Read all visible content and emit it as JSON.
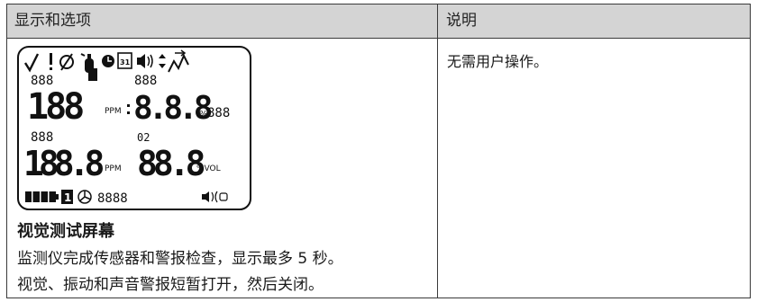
{
  "table": {
    "header_left": "显示和选项",
    "header_right": "说明"
  },
  "row": {
    "description": "无需用户操作。",
    "screen_title": "视觉测试屏幕",
    "screen_lines": [
      "监测仪完成传感器和警报检查，显示最多 5 秒。",
      "视觉、振动和声音警报短暂打开，然后关闭。"
    ]
  },
  "lcd": {
    "icons": [
      "check-icon",
      "exclamation-icon",
      "null-icon",
      "cylinder-icon",
      "clock-icon",
      "calendar-icon",
      "speaker-icon",
      "up-down-arrow-icon",
      "peak-icon",
      "battery-icon",
      "fan-icon",
      "vibration-icon"
    ],
    "calendar_day": "31",
    "small_top_left": "888",
    "small_top_mid": "888",
    "big_row1_left": "188",
    "unit_row1": "PPM",
    "big_row1_right": "8.8.8",
    "pct_small": "%",
    "small_right_row1": "888",
    "small_mid_left": "888",
    "small_mid_right": "02",
    "big_row2_left": "188.8",
    "unit_row2": "PPM",
    "big_row2_right": "88.8",
    "unit_vol": "%VOL",
    "bottom_one": "1",
    "bottom_digits": "8888"
  }
}
